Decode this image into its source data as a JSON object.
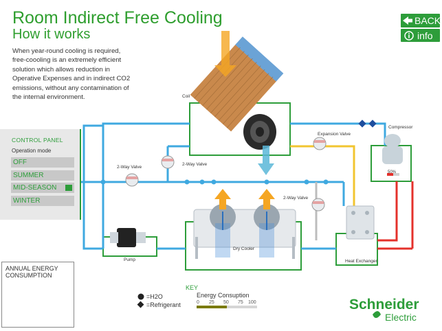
{
  "header": {
    "title": "Room Indirect Free Cooling",
    "subtitle": "How it works",
    "description": "When year-round cooling is required, free-coooling is an extremely efficient solution which allows reduction in Operative Expenses and in indirect CO2 emissions, without any contamination of the internal environment."
  },
  "nav": {
    "back_label": "BACK",
    "info_label": "info",
    "back_icon": "left-arrow-icon",
    "info_icon": "info-circle-icon"
  },
  "control_panel": {
    "title": "CONTROL PANEL",
    "mode_label": "Operation mode",
    "modes": [
      "OFF",
      "SUMMER",
      "MID-SEASON",
      "WINTER"
    ],
    "selected": "MID-SEASON"
  },
  "diagram": {
    "coil": "Coil",
    "expansion_valve": "Expansion Valve",
    "compressor": "Compressor",
    "valve_left": "2-Way Valve",
    "valve_mid": "2-Way Valve",
    "valve_right": "2-Way Valve",
    "dry_cooler": "Dry Cooler",
    "pump": "Pump",
    "heat_exchanger": "Heat Exchanger",
    "compressor_load": "50%",
    "compressor_load_value": 0.5
  },
  "annual_energy": {
    "title": "ANNUAL ENERGY CONSUMPTION"
  },
  "key": {
    "title": "KEY",
    "h2o": "=H2O",
    "refrigerant": "=Refrigerant",
    "energy_label": "Energy Consuption",
    "ticks": [
      "0",
      "25",
      "50",
      "75",
      "100"
    ],
    "energy_level_percent": 50
  },
  "brand": {
    "line1": "Schneider",
    "line2": "Electric"
  },
  "colors": {
    "accent": "#2d9d3a",
    "water": "#3fa9e0",
    "refrigerant_hot": "#e4312b",
    "refrigerant_warm": "#f2c530",
    "air_warm": "#f5a623"
  }
}
